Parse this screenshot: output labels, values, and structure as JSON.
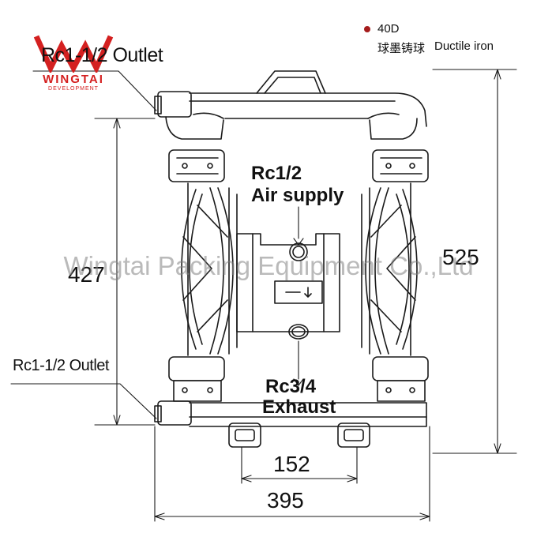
{
  "labels": {
    "outlet_top": "Rc1-1/2 Outlet",
    "outlet_bottom": "Rc1-1/2 Outlet",
    "air_supply_1": "Rc1/2",
    "air_supply_2": "Air supply",
    "exhaust_1": "Rc3/4",
    "exhaust_2": "Exhaust",
    "model": "40D",
    "material_cn": "球墨铸球",
    "material_en": "Ductile iron"
  },
  "dimensions": {
    "overall_height": "525",
    "outlet_spacing": "427",
    "base_width": "152",
    "overall_width": "395"
  },
  "logo": {
    "name": "WINGTAI",
    "sub": "DEVELOPMENT"
  },
  "watermark": "Wingtai Packing Equipment Co.,Ltd",
  "colors": {
    "line": "#1a1a1a",
    "accent_red": "#d42020",
    "bullet": "#a51c1c",
    "watermark": "#828282"
  }
}
